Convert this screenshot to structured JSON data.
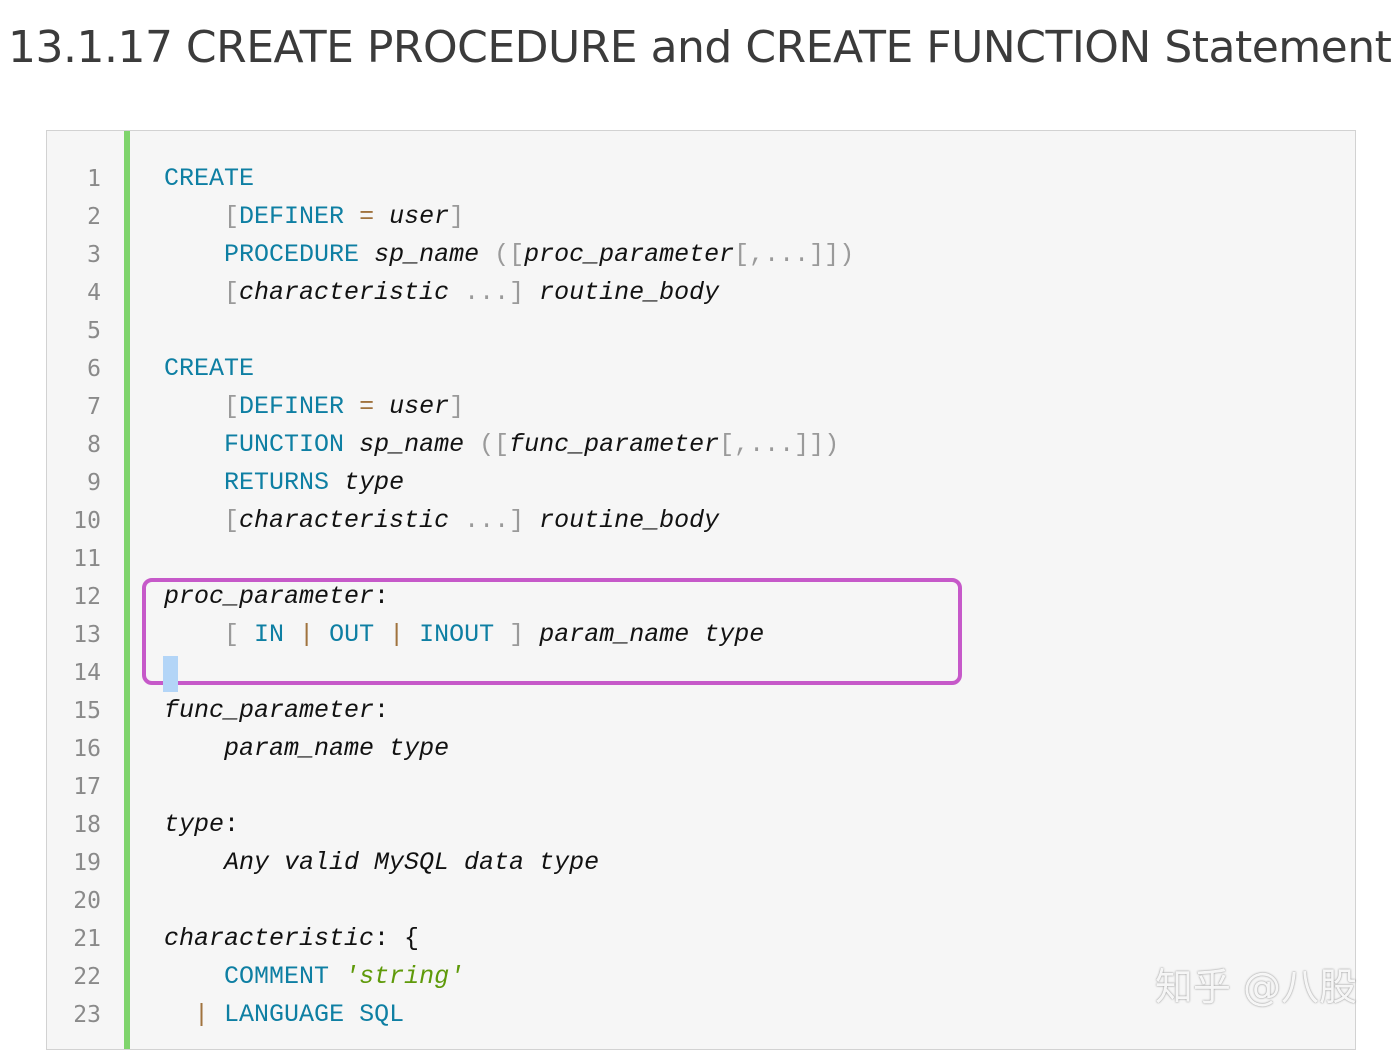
{
  "page": {
    "title": "13.1.17 CREATE PROCEDURE and CREATE FUNCTION Statement"
  },
  "code_block": {
    "line_numbers": [
      "1",
      "2",
      "3",
      "4",
      "5",
      "6",
      "7",
      "8",
      "9",
      "10",
      "11",
      "12",
      "13",
      "14",
      "15",
      "16",
      "17",
      "18",
      "19",
      "20",
      "21",
      "22",
      "23"
    ],
    "lines": [
      [
        {
          "t": "CREATE",
          "c": "kw"
        }
      ],
      [
        {
          "t": "    ",
          "c": "txt"
        },
        {
          "t": "[",
          "c": "pn"
        },
        {
          "t": "DEFINER",
          "c": "kw"
        },
        {
          "t": " ",
          "c": "txt"
        },
        {
          "t": "=",
          "c": "op"
        },
        {
          "t": " ",
          "c": "txt"
        },
        {
          "t": "user",
          "c": "it"
        },
        {
          "t": "]",
          "c": "pn"
        }
      ],
      [
        {
          "t": "    ",
          "c": "txt"
        },
        {
          "t": "PROCEDURE",
          "c": "kw"
        },
        {
          "t": " ",
          "c": "txt"
        },
        {
          "t": "sp_name",
          "c": "it"
        },
        {
          "t": " ",
          "c": "txt"
        },
        {
          "t": "([",
          "c": "pn"
        },
        {
          "t": "proc_parameter",
          "c": "it"
        },
        {
          "t": "[,...]])",
          "c": "pn"
        }
      ],
      [
        {
          "t": "    ",
          "c": "txt"
        },
        {
          "t": "[",
          "c": "pn"
        },
        {
          "t": "characteristic",
          "c": "it"
        },
        {
          "t": " ...] ",
          "c": "pn"
        },
        {
          "t": "routine_body",
          "c": "it"
        }
      ],
      [],
      [
        {
          "t": "CREATE",
          "c": "kw"
        }
      ],
      [
        {
          "t": "    ",
          "c": "txt"
        },
        {
          "t": "[",
          "c": "pn"
        },
        {
          "t": "DEFINER",
          "c": "kw"
        },
        {
          "t": " ",
          "c": "txt"
        },
        {
          "t": "=",
          "c": "op"
        },
        {
          "t": " ",
          "c": "txt"
        },
        {
          "t": "user",
          "c": "it"
        },
        {
          "t": "]",
          "c": "pn"
        }
      ],
      [
        {
          "t": "    ",
          "c": "txt"
        },
        {
          "t": "FUNCTION",
          "c": "kw"
        },
        {
          "t": " ",
          "c": "txt"
        },
        {
          "t": "sp_name",
          "c": "it"
        },
        {
          "t": " ",
          "c": "txt"
        },
        {
          "t": "([",
          "c": "pn"
        },
        {
          "t": "func_parameter",
          "c": "it"
        },
        {
          "t": "[,...]])",
          "c": "pn"
        }
      ],
      [
        {
          "t": "    ",
          "c": "txt"
        },
        {
          "t": "RETURNS",
          "c": "kw"
        },
        {
          "t": " ",
          "c": "txt"
        },
        {
          "t": "type",
          "c": "it"
        }
      ],
      [
        {
          "t": "    ",
          "c": "txt"
        },
        {
          "t": "[",
          "c": "pn"
        },
        {
          "t": "characteristic",
          "c": "it"
        },
        {
          "t": " ...] ",
          "c": "pn"
        },
        {
          "t": "routine_body",
          "c": "it"
        }
      ],
      [],
      [
        {
          "t": "proc_parameter",
          "c": "it"
        },
        {
          "t": ":",
          "c": "txt"
        }
      ],
      [
        {
          "t": "    ",
          "c": "txt"
        },
        {
          "t": "[ ",
          "c": "pn"
        },
        {
          "t": "IN",
          "c": "kw"
        },
        {
          "t": " ",
          "c": "txt"
        },
        {
          "t": "|",
          "c": "op"
        },
        {
          "t": " ",
          "c": "txt"
        },
        {
          "t": "OUT",
          "c": "kw"
        },
        {
          "t": " ",
          "c": "txt"
        },
        {
          "t": "|",
          "c": "op"
        },
        {
          "t": " ",
          "c": "txt"
        },
        {
          "t": "INOUT",
          "c": "kw"
        },
        {
          "t": " ] ",
          "c": "pn"
        },
        {
          "t": "param_name",
          "c": "it"
        },
        {
          "t": " ",
          "c": "txt"
        },
        {
          "t": "type",
          "c": "it"
        }
      ],
      [],
      [
        {
          "t": "func_parameter",
          "c": "it"
        },
        {
          "t": ":",
          "c": "txt"
        }
      ],
      [
        {
          "t": "    ",
          "c": "txt"
        },
        {
          "t": "param_name",
          "c": "it"
        },
        {
          "t": " ",
          "c": "txt"
        },
        {
          "t": "type",
          "c": "it"
        }
      ],
      [],
      [
        {
          "t": "type",
          "c": "it"
        },
        {
          "t": ":",
          "c": "txt"
        }
      ],
      [
        {
          "t": "    ",
          "c": "txt"
        },
        {
          "t": "Any valid MySQL data type",
          "c": "it"
        }
      ],
      [],
      [
        {
          "t": "characteristic",
          "c": "it"
        },
        {
          "t": ": {",
          "c": "txt"
        }
      ],
      [
        {
          "t": "    ",
          "c": "txt"
        },
        {
          "t": "COMMENT",
          "c": "kw"
        },
        {
          "t": " ",
          "c": "txt"
        },
        {
          "t": "'string'",
          "c": "str"
        }
      ],
      [
        {
          "t": "  ",
          "c": "txt"
        },
        {
          "t": "|",
          "c": "op"
        },
        {
          "t": " ",
          "c": "txt"
        },
        {
          "t": "LANGUAGE",
          "c": "kw"
        },
        {
          "t": " ",
          "c": "txt"
        },
        {
          "t": "SQL",
          "c": "kw"
        }
      ]
    ]
  },
  "colors": {
    "keyword": "#0e7fa3",
    "gutter_bar": "#7fd46c",
    "highlight_box": "#c659c9"
  },
  "watermark": {
    "text": "知乎 @八股"
  }
}
